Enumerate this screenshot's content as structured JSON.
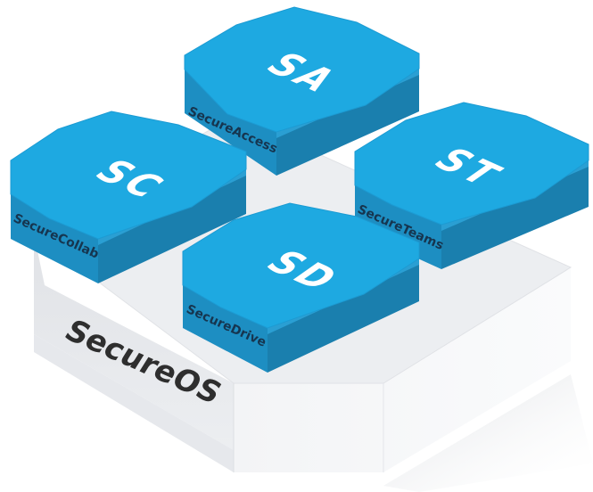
{
  "base": {
    "label": "SecureOS",
    "colors": {
      "top": "#eceef1",
      "left": "#e4e6ea",
      "right": "#f4f5f7"
    }
  },
  "modules": [
    {
      "id": "access",
      "abbr": "SA",
      "name": "SecureAccess"
    },
    {
      "id": "collab",
      "abbr": "SC",
      "name": "SecureCollab"
    },
    {
      "id": "teams",
      "abbr": "ST",
      "name": "SecureTeams"
    },
    {
      "id": "drive",
      "abbr": "SD",
      "name": "SecureDrive"
    }
  ],
  "colors": {
    "block_top": "#1ea9e1",
    "block_left": "#1d8ec2",
    "block_right": "#1a7fae",
    "block_front": "#2396cc",
    "block_stroke": "#1789bf",
    "label_text": "#16354f"
  }
}
